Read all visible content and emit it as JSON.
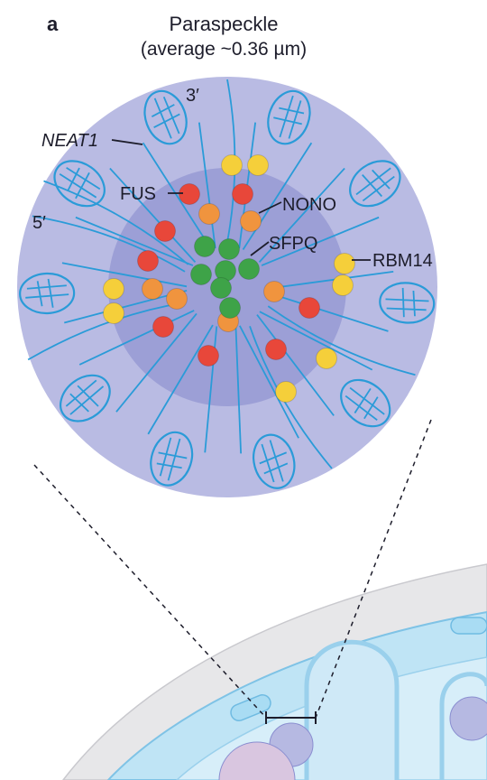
{
  "panel_letter": "a",
  "title": "Paraspeckle",
  "subtitle": "(average ~0.36 µm)",
  "labels": {
    "three_prime": "3′",
    "five_prime": "5′",
    "neat1": "NEAT1",
    "fus": "FUS",
    "nono": "NONO",
    "sfpq": "SFPQ",
    "rbm14": "RBM14"
  },
  "colors": {
    "outer_shell": "#b9bbe3",
    "inner_core": "#9c9fd6",
    "rna": "#2a9bd8",
    "fus": "#e8473a",
    "nono": "#f0943e",
    "sfpq": "#3ea348",
    "rbm14": "#f5cf3a",
    "nucleus": "#bfe4f5",
    "cell_outer": "#e7e7e9"
  }
}
